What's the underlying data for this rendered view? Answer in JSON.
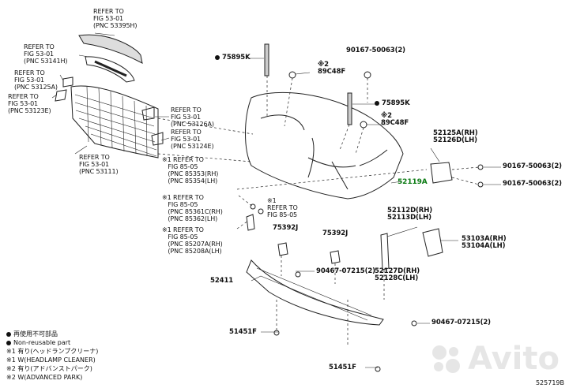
{
  "callouts": {
    "ref_53395h": "REFER TO\nFIG 53-01\n(PNC 53395H)",
    "ref_53141h": "REFER TO\nFIG 53-01\n(PNC 53141H)",
    "ref_53125a": "REFER TO\nFIG 53-01\n(PNC 53125A)",
    "ref_53123e": "REFER TO\nFIG 53-01\n(PNC 53123E)",
    "ref_53111": "REFER TO\nFIG 53-01\n(PNC 53111)",
    "ref_53126a": "REFER TO\nFIG 53-01\n(PNC 53126A)",
    "ref_53124e": "REFER TO\nFIG 53-01\n(PNC 53124E)",
    "ref_85353": "※1 REFER TO\n   FIG 85-05\n   (PNC 85353(RH)\n   (PNC 85354(LH)",
    "ref_85361": "※1 REFER TO\n   FIG 85-05\n   (PNC 85361C(RH)\n   (PNC 85362(LH)",
    "ref_85207": "※1 REFER TO\n   FIG 85-05\n   (PNC 85207A(RH)\n   (PNC 85208A(LH)",
    "ref_85_05_mid": "※1\nREFER TO\nFIG 85-05",
    "p_75895k_top": "75895K",
    "p_89c48f_top": "※2\n89C48F",
    "p_90167_top": "90167-50063(2)",
    "p_75895k_mid": "75895K",
    "p_89c48f_mid": "※2\n89C48F",
    "p_52125a": "52125A(RH)\n52126D(LH)",
    "p_90167_r1": "90167-50063(2)",
    "p_90167_r2": "90167-50063(2)",
    "p_52119a": "52119A",
    "p_52112d": "52112D(RH)\n52113D(LH)",
    "p_53103a": "53103A(RH)\n53104A(LH)",
    "p_75392j_l": "75392J",
    "p_75392j_r": "75392J",
    "p_52127d": "52127D(RH)\n52128C(LH)",
    "p_90467_top": "90467-07215(2)",
    "p_52411": "52411",
    "p_90467_bot": "90467-07215(2)",
    "p_51451f_1": "51451F",
    "p_51451f_2": "51451F"
  },
  "legend": {
    "line1": "再使用不可部品",
    "line2": "Non-reusable part",
    "line3": "※1 有り(ヘッドランプクリーナ)",
    "line4": "※1 W(HEADLAMP CLEANER)",
    "line5": "※2 有り(アドバンストパーク)",
    "line6": "※2 W(ADVANCED PARK)"
  },
  "figure_code": "525719B",
  "watermark": "Avito",
  "colors": {
    "highlight": "#0a7a12",
    "ink": "#111111"
  }
}
